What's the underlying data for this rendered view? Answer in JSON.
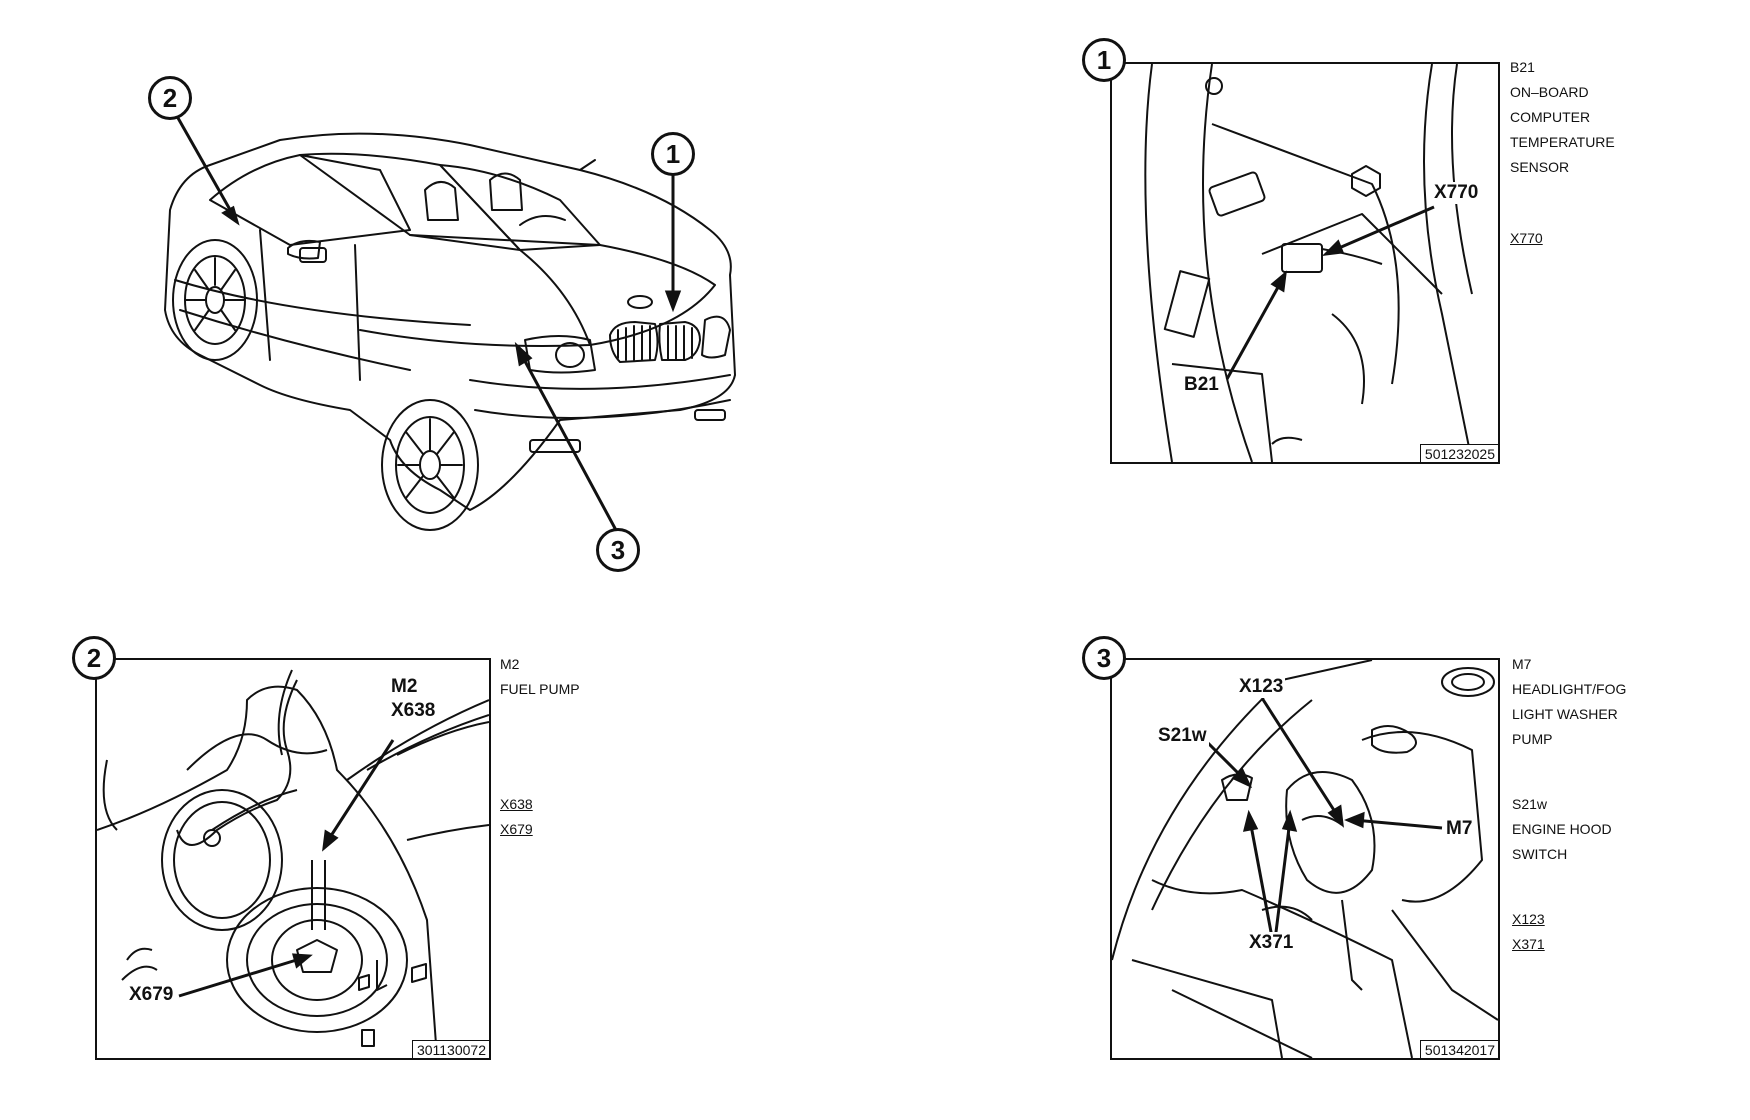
{
  "overview": {
    "callouts": [
      "1",
      "2",
      "3"
    ]
  },
  "panel1": {
    "number": "1",
    "fig_id": "501232025",
    "tags": {
      "x770": "X770",
      "b21": "B21"
    },
    "legend": {
      "component_code": "B21",
      "component_name": [
        "ON–BOARD",
        "COMPUTER",
        "TEMPERATURE",
        "SENSOR"
      ],
      "connectors": [
        "X770"
      ]
    }
  },
  "panel2": {
    "number": "2",
    "fig_id": "301130072",
    "tags": {
      "m2": "M2",
      "x638": "X638",
      "x679": "X679"
    },
    "legend": {
      "component_code": "M2",
      "component_name": [
        "FUEL PUMP"
      ],
      "connectors": [
        "X638",
        "X679"
      ]
    }
  },
  "panel3": {
    "number": "3",
    "fig_id": "501342017",
    "tags": {
      "x123": "X123",
      "s21w": "S21w",
      "m7": "M7",
      "x371": "X371"
    },
    "legend": {
      "component_code": "M7",
      "component_name": [
        "HEADLIGHT/FOG",
        "LIGHT WASHER",
        "PUMP"
      ],
      "component2_code": "S21w",
      "component2_name": [
        "ENGINE HOOD",
        "SWITCH"
      ],
      "connectors": [
        "X123",
        "X371"
      ]
    }
  }
}
